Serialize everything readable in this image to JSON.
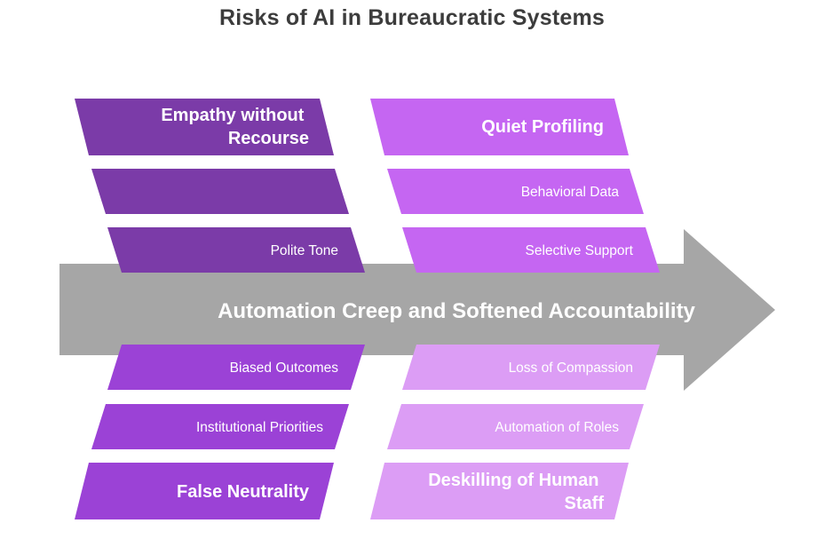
{
  "title": "Risks of AI in Bureaucratic Systems",
  "spine": {
    "label": "Automation Creep and Softened Accountability",
    "color": "#a6a6a6"
  },
  "colors": {
    "dark_purple": "#7b3ba8",
    "mid_purple": "#9b42d6",
    "bright_purple": "#c566f2",
    "light_purple": "#dc9df5"
  },
  "top_left": {
    "head": [
      "Empathy without",
      "Recourse"
    ],
    "items": [
      "",
      "Polite Tone"
    ]
  },
  "top_right": {
    "head": [
      "Quiet Profiling"
    ],
    "items": [
      "Behavioral Data",
      "Selective Support"
    ]
  },
  "bottom_left": {
    "items": [
      "Biased Outcomes",
      "Institutional Priorities"
    ],
    "head": [
      "False Neutrality"
    ]
  },
  "bottom_right": {
    "items": [
      "Loss of Compassion",
      "Automation of Roles"
    ],
    "head": [
      "Deskilling of Human",
      "Staff"
    ]
  }
}
